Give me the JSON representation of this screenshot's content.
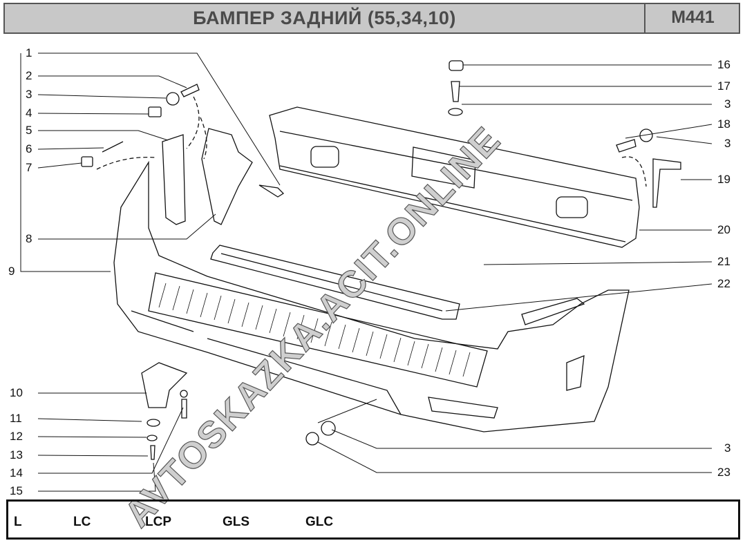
{
  "header": {
    "title": "БАМПЕР ЗАДНИЙ (55,34,10)",
    "code": "M441"
  },
  "callouts": {
    "left": [
      "1",
      "2",
      "3",
      "4",
      "5",
      "6",
      "7",
      "8",
      "9"
    ],
    "bottom_left": [
      "10",
      "11",
      "12",
      "13",
      "14",
      "15"
    ],
    "right": [
      "16",
      "17",
      "3",
      "18",
      "3",
      "19",
      "20",
      "21",
      "22",
      "3",
      "23"
    ]
  },
  "footer": {
    "versions": [
      "L",
      "LC",
      "LCP",
      "GLS",
      "GLC"
    ]
  },
  "watermark": "AVTOSKAZKA.ACIT.ONLINE"
}
